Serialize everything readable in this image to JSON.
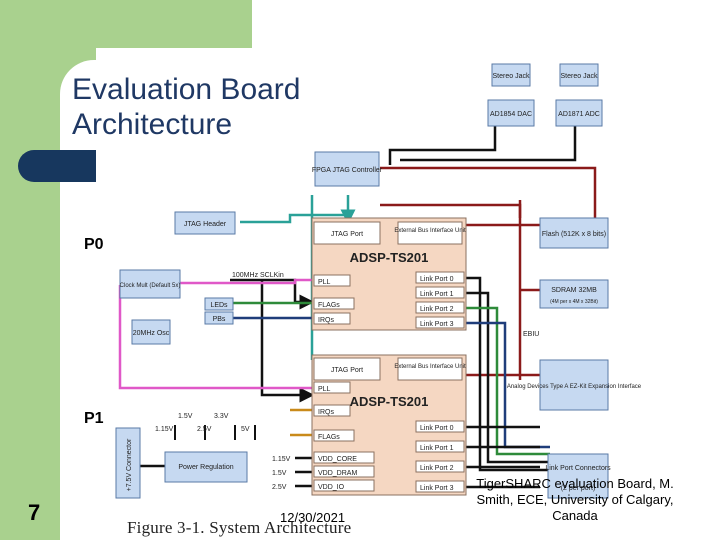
{
  "slide": {
    "title": "Evaluation Board Architecture",
    "p0_label": "P0",
    "p1_label": "P1",
    "slide_number": "7",
    "date": "12/30/2021",
    "footer": "TigerSHARC evaluation Board, M. Smith, ECE, University of Calgary, Canada",
    "colors": {
      "green": "#a9d18e",
      "blue": "#17375e",
      "title": "#1f3864"
    }
  },
  "diagram": {
    "caption": "Figure 3-1. System Architecture",
    "stereo_jack_1": "Stereo Jack",
    "stereo_jack_2": "Stereo Jack",
    "dac": "AD1854 DAC",
    "adc": "AD1871 ADC",
    "fpga": "FPGA JTAG Controller",
    "jtag_header": "JTAG Header",
    "flash": "Flash (512K x 8 bits)",
    "sdram": "SDRAM 32MB",
    "sdram_sub": "(4M per x 4M x 32Bit)",
    "ebiu": "EBIU",
    "analog_devices": "Analog Devices Type A EZ-Kit Expansion Interface",
    "link_connectors": "Link Port Connectors",
    "link_connectors_sub": "(2 per port)",
    "clock_mult": "Clock Mult (Default 5x)",
    "clock_label": "100MHz SCLKin",
    "osc": "20MHz Osc",
    "leds": "LEDs",
    "pbs": "PBs",
    "power_reg": "Power Regulation",
    "connector": "+7.5V Connector",
    "volts_top": [
      "1.5V",
      "3.3V"
    ],
    "volts_mid": [
      "1.15V",
      "2.5V",
      "5V"
    ],
    "volts_out": [
      "1.15V",
      "1.5V",
      "2.5V"
    ],
    "dsp0": {
      "name": "ADSP-TS201",
      "jtag": "JTAG Port",
      "ebiu": "External Bus Interface Unit",
      "pll": "PLL",
      "flags": "FLAGs",
      "irqs": "IRQs",
      "links": [
        "Link Port 0",
        "Link Port 1",
        "Link Port 2",
        "Link Port 3"
      ]
    },
    "dsp1": {
      "name": "ADSP-TS201",
      "jtag": "JTAG Port",
      "ebiu": "External Bus Interface Unit",
      "pll": "PLL",
      "irqs": "IRQs",
      "flags": "FLAGs",
      "vdd_core": "VDD_CORE",
      "vdd_dram": "VDD_DRAM",
      "vdd_io": "VDD_IO",
      "links": [
        "Link Port 0",
        "Link Port 1",
        "Link Port 2",
        "Link Port 3"
      ]
    },
    "colors": {
      "box": "#c6d9f1",
      "box_stroke": "#5a7aa6",
      "dsp": "#f5d7c2",
      "dsp_stroke": "#8a7060",
      "wire_black": "#111111",
      "wire_red": "#8b1a1a",
      "wire_pink": "#e058c8",
      "wire_green": "#2e8b3a",
      "wire_teal": "#2aa198",
      "wire_navy": "#1f3d7a",
      "wire_gold": "#c98a1a"
    }
  }
}
